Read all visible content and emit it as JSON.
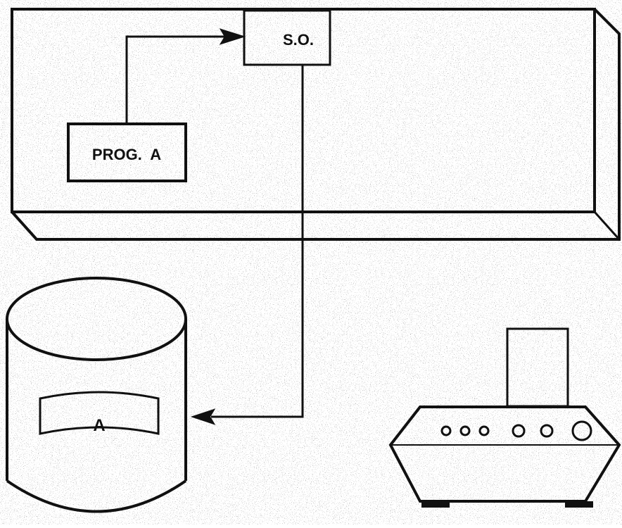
{
  "diagram": {
    "program_box_label": "PROG.  A",
    "os_box_label": "S.O.",
    "disk_file_label": "A"
  }
}
